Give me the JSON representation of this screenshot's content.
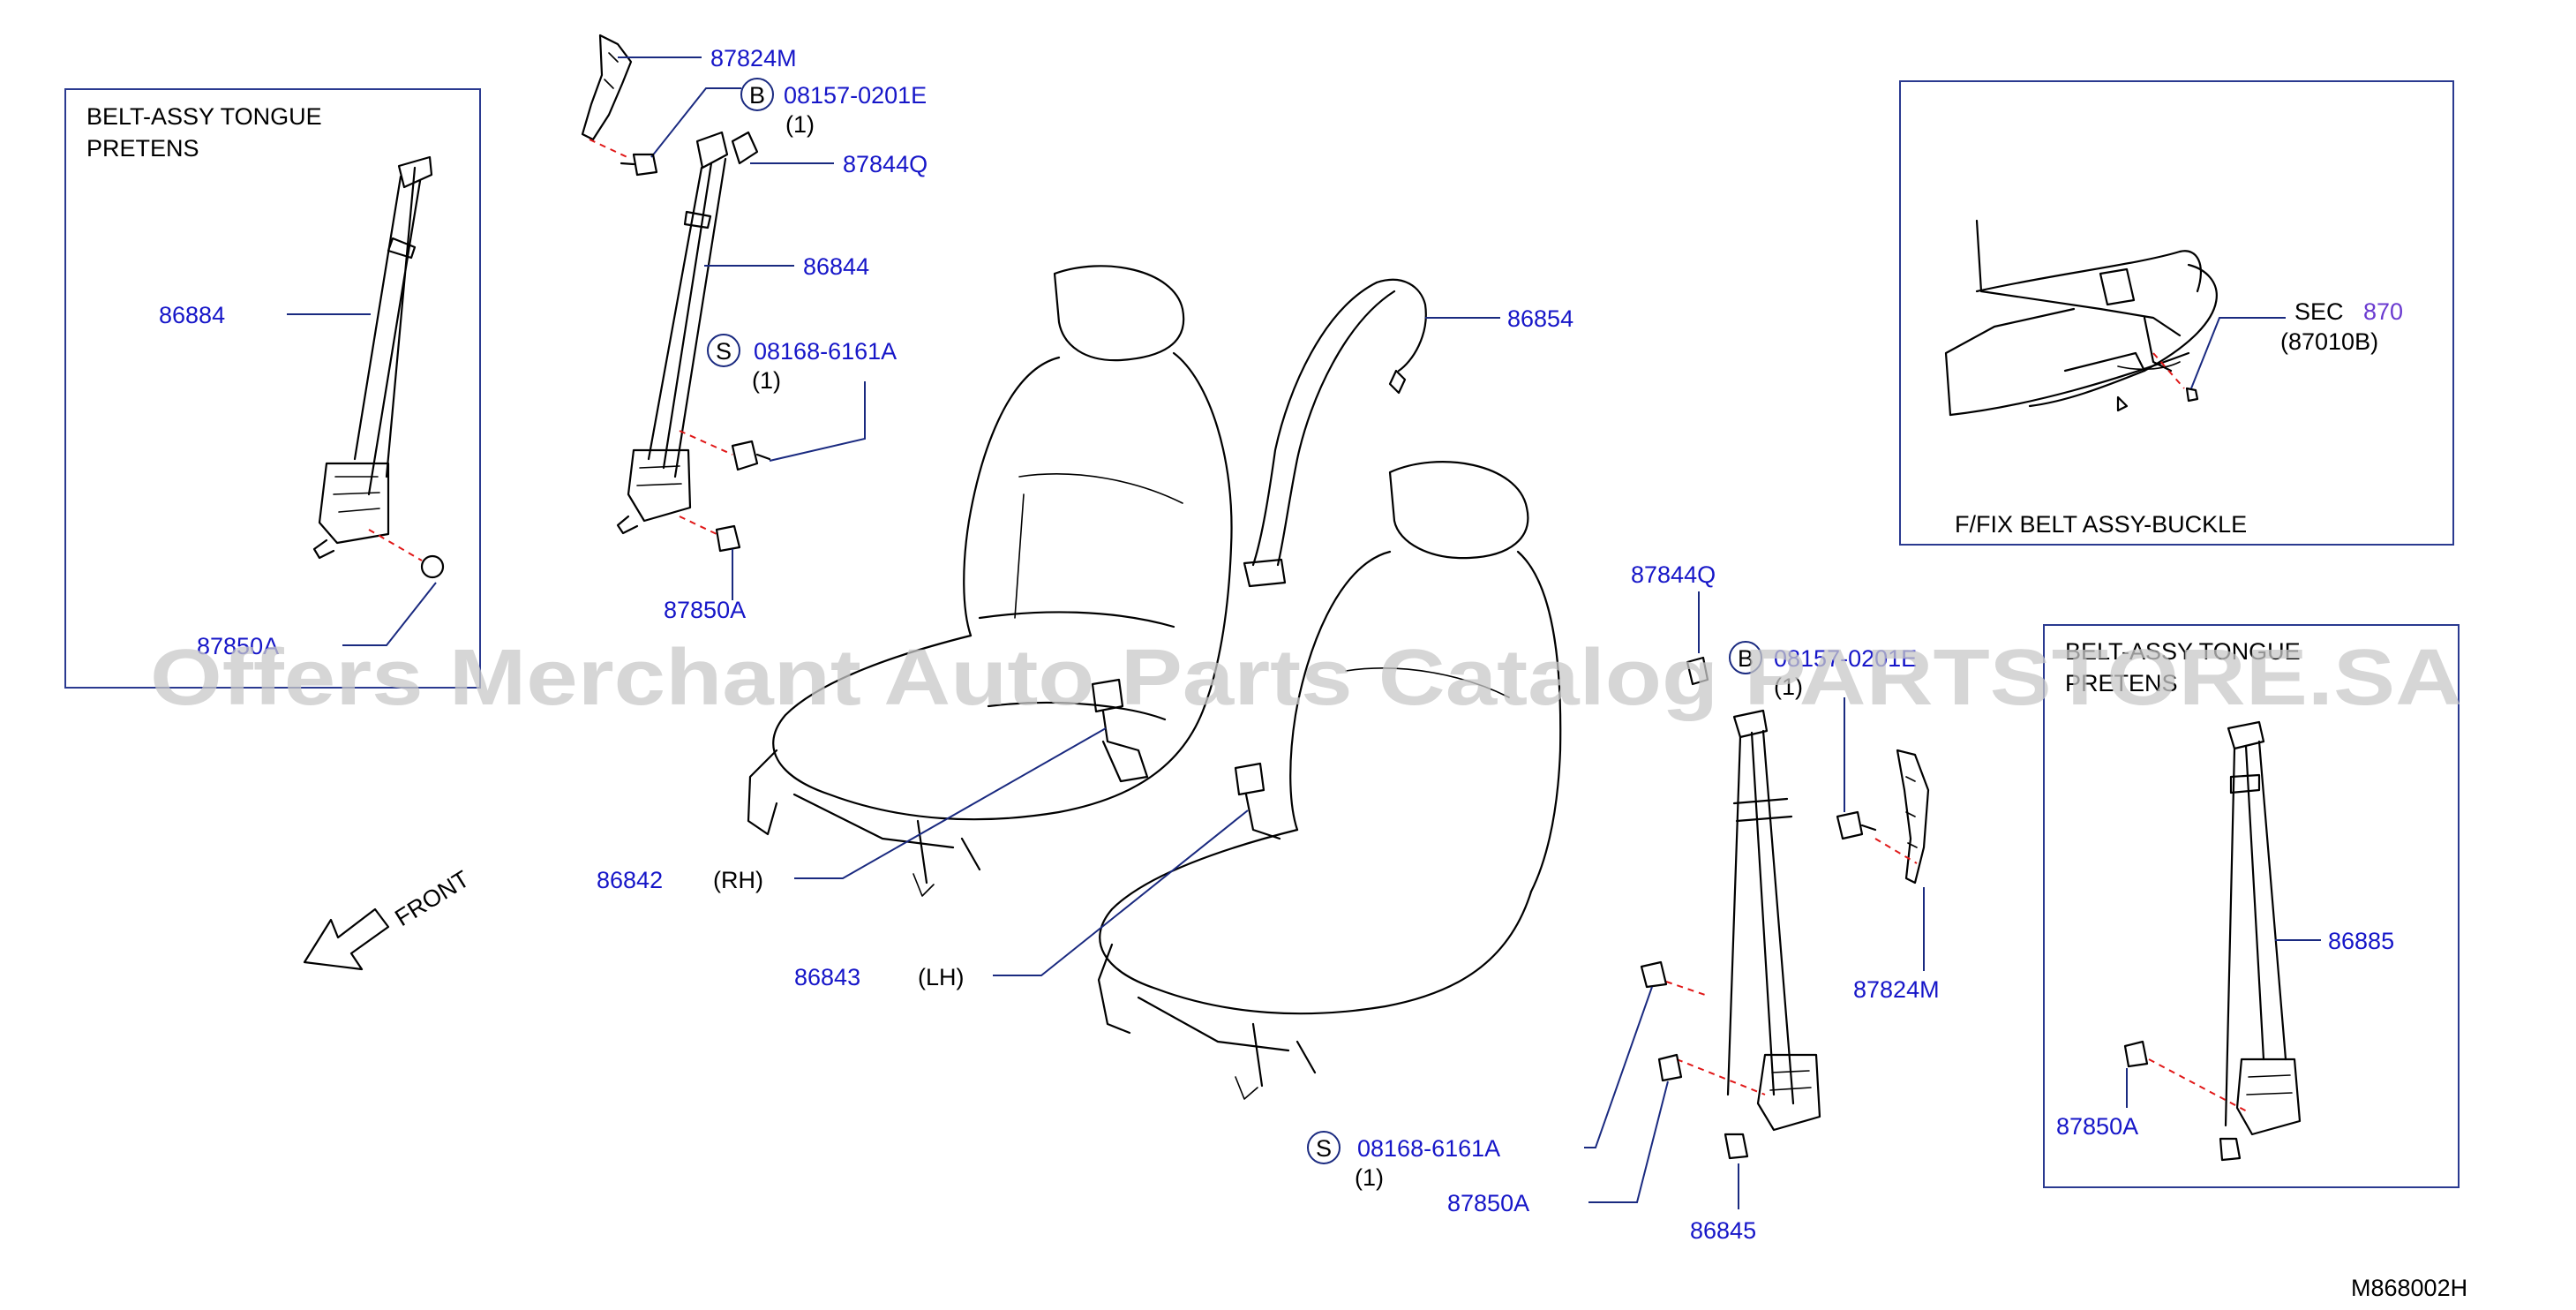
{
  "boxes": {
    "left_title_line1": "BELT-ASSY   TONGUE",
    "left_title_line2": "PRETENS",
    "right_title_line1": "BELT-ASSY   TONGUE",
    "right_title_line2": "PRETENS",
    "buckle_title": "F/FIX   BELT    ASSY-BUCKLE"
  },
  "parts": {
    "p86884": "86884",
    "p87850A_left": "87850A",
    "p87824M_top": "87824M",
    "p08157_top": "08157-0201E",
    "qty_b_top": "(1)",
    "p87844Q_top": "87844Q",
    "p86844": "86844",
    "p08168_top": "08168-6161A",
    "qty_s_top": "(1)",
    "p87850A_top": "87850A",
    "p86854": "86854",
    "p86842": "86842",
    "rh": "(RH)",
    "p86843": "86843",
    "lh": "(LH)",
    "p87844Q_mid": "87844Q",
    "p08157_mid": "08157-0201E",
    "qty_b_mid": "(1)",
    "p87824M_mid": "87824M",
    "p08168_bot": "08168-6161A",
    "qty_s_bot": "(1)",
    "p87850A_bot": "87850A",
    "p86845": "86845",
    "p86885": "86885",
    "p87850A_right": "87850A",
    "sec_label": "SEC",
    "sec_num": "870",
    "sec_ref": "(87010B)"
  },
  "markers": {
    "b": "B",
    "s": "S"
  },
  "front_label": "FRONT",
  "diagram_code": "M868002H",
  "watermark": "Offers Merchant Auto Parts Catalog PARTSTORE.SA"
}
